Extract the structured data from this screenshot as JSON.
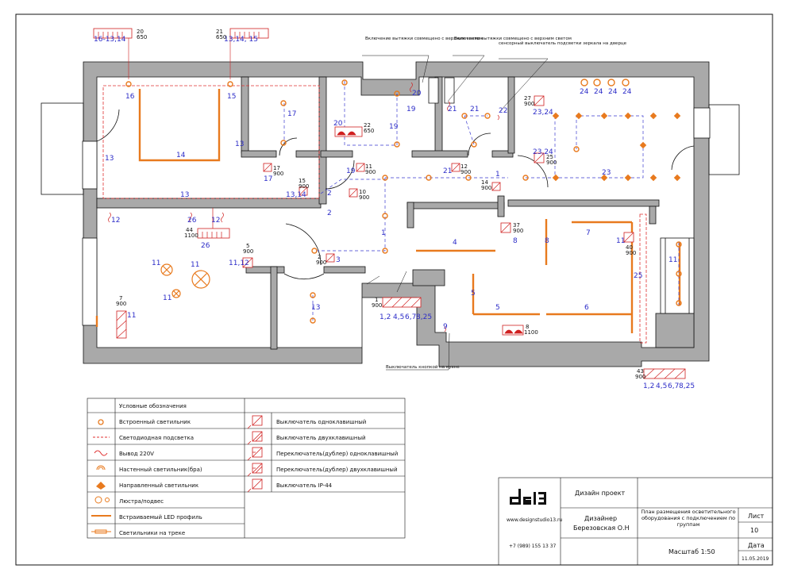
{
  "plan": {
    "group_numbers": [
      {
        "id": "g-16",
        "text": "16"
      },
      {
        "id": "g-15",
        "text": "15"
      },
      {
        "id": "g-13a",
        "text": "13"
      },
      {
        "id": "g-13b",
        "text": "13"
      },
      {
        "id": "g-13c",
        "text": "13"
      },
      {
        "id": "g-14",
        "text": "14"
      },
      {
        "id": "g-17",
        "text": "17"
      },
      {
        "id": "g-17b",
        "text": "17"
      },
      {
        "id": "g-20",
        "text": "20"
      },
      {
        "id": "g-19",
        "text": "19"
      },
      {
        "id": "g-20b",
        "text": "20"
      },
      {
        "id": "g-19b",
        "text": "19"
      },
      {
        "id": "g-21a",
        "text": "21"
      },
      {
        "id": "g-21b",
        "text": "21"
      },
      {
        "id": "g-22",
        "text": "22"
      },
      {
        "id": "g-24a",
        "text": "24"
      },
      {
        "id": "g-24b",
        "text": "24"
      },
      {
        "id": "g-24c",
        "text": "24"
      },
      {
        "id": "g-24d",
        "text": "24"
      },
      {
        "id": "g-2324",
        "text": "23,24"
      },
      {
        "id": "g-2324b",
        "text": "23,24"
      },
      {
        "id": "g-23",
        "text": "23"
      },
      {
        "id": "g-1",
        "text": "1"
      },
      {
        "id": "g-1b",
        "text": "1"
      },
      {
        "id": "g-2",
        "text": "2"
      },
      {
        "id": "g-2b",
        "text": "2"
      },
      {
        "id": "g-3",
        "text": "3"
      },
      {
        "id": "g-12",
        "text": "12"
      },
      {
        "id": "g-12b",
        "text": "12"
      },
      {
        "id": "g-26",
        "text": "26"
      },
      {
        "id": "g-26b",
        "text": "26"
      },
      {
        "id": "g-11a",
        "text": "11"
      },
      {
        "id": "g-11b",
        "text": "11"
      },
      {
        "id": "g-11c",
        "text": "11"
      },
      {
        "id": "g-1112",
        "text": "11,12"
      },
      {
        "id": "g-11d",
        "text": "11"
      },
      {
        "id": "g-11e",
        "text": "11"
      },
      {
        "id": "g-11f",
        "text": "11"
      },
      {
        "id": "g-13d",
        "text": "13"
      },
      {
        "id": "g-4",
        "text": "4"
      },
      {
        "id": "g-5a",
        "text": "5"
      },
      {
        "id": "g-5b",
        "text": "5"
      },
      {
        "id": "g-6",
        "text": "6"
      },
      {
        "id": "g-7",
        "text": "7"
      },
      {
        "id": "g-8a",
        "text": "8"
      },
      {
        "id": "g-8b",
        "text": "8"
      },
      {
        "id": "g-9",
        "text": "9"
      },
      {
        "id": "g-25",
        "text": "25"
      },
      {
        "id": "g-1314",
        "text": "13,14"
      },
      {
        "id": "g-21c",
        "text": "21"
      },
      {
        "id": "g-1219",
        "text": "19"
      },
      {
        "id": "g-sw1",
        "text": "1,2"
      },
      {
        "id": "g-sw2",
        "text": "4,5"
      },
      {
        "id": "g-sw3",
        "text": "6,7"
      },
      {
        "id": "g-sw4",
        "text": "8,25"
      },
      {
        "id": "g-sw5",
        "text": "1,2"
      },
      {
        "id": "g-sw6",
        "text": "4,5"
      },
      {
        "id": "g-sw7",
        "text": "6,7"
      },
      {
        "id": "g-sw8",
        "text": "8,25"
      },
      {
        "id": "g-top1",
        "text": "16-13,14"
      },
      {
        "id": "g-top2",
        "text": "13,14, 15"
      }
    ],
    "heights": [
      {
        "id": "h-20-650",
        "a": "20",
        "b": "650"
      },
      {
        "id": "h-21-650",
        "a": "21",
        "b": "650"
      },
      {
        "id": "h-17-900",
        "a": "17",
        "b": "900"
      },
      {
        "id": "h-15-900",
        "a": "15",
        "b": "900"
      },
      {
        "id": "h-11-900",
        "a": "11",
        "b": "900"
      },
      {
        "id": "h-10-900",
        "a": "10",
        "b": "900"
      },
      {
        "id": "h-22-650",
        "a": "22",
        "b": "650"
      },
      {
        "id": "h-12-900",
        "a": "12",
        "b": "900"
      },
      {
        "id": "h-14-900",
        "a": "14",
        "b": "900"
      },
      {
        "id": "h-27-900",
        "a": "27",
        "b": "900"
      },
      {
        "id": "h-25-900",
        "a": "25",
        "b": "900"
      },
      {
        "id": "h-37-900",
        "a": "37",
        "b": "900"
      },
      {
        "id": "h-40-900",
        "a": "40",
        "b": "900"
      },
      {
        "id": "h-44-1100",
        "a": "44",
        "b": "1100"
      },
      {
        "id": "h-5-900",
        "a": "5",
        "b": "900"
      },
      {
        "id": "h-2-900",
        "a": "2",
        "b": "900"
      },
      {
        "id": "h-7-900",
        "a": "7",
        "b": "900"
      },
      {
        "id": "h-1-900",
        "a": "1",
        "b": "900"
      },
      {
        "id": "h-8-1100",
        "a": "8",
        "b": "1100"
      },
      {
        "id": "h-43-900",
        "a": "43",
        "b": "900"
      }
    ],
    "notes": {
      "hood1": "Включение вытяжки совмещено с верхним светом",
      "hood2": "Включение вытяжки совмещено с верхним светом",
      "mirror": "сенсорный выключатель подсветки зеркала на дверце",
      "kitchen": "Выключатель кнопкой на кухне"
    }
  },
  "legend": {
    "title": "Условные обозначения",
    "left": [
      {
        "icon": "recessed-light-icon",
        "label": "Встроенный светильник"
      },
      {
        "icon": "led-strip-icon",
        "label": "Светодиодная подсветка"
      },
      {
        "icon": "outlet-220-icon",
        "label": "Вывод 220V"
      },
      {
        "icon": "wall-sconce-icon",
        "label": "Настенный светильник(бра)"
      },
      {
        "icon": "directional-light-icon",
        "label": "Направленный светильник"
      },
      {
        "icon": "chandelier-icon",
        "label": "Люстра/подвес"
      },
      {
        "icon": "led-profile-icon",
        "label": "Встраиваемый LED профиль"
      },
      {
        "icon": "track-light-icon",
        "label": "Светильники на треке"
      }
    ],
    "right": [
      {
        "icon": "switch-single-icon",
        "label": "Выключатель одноклавишный"
      },
      {
        "icon": "switch-double-icon",
        "label": "Выключатель двухклавишный"
      },
      {
        "icon": "passthrough-single-icon",
        "label": "Переключатель(дублер) одноклавишный"
      },
      {
        "icon": "passthrough-double-icon",
        "label": "Переключатель(дублер) двухклавишный"
      },
      {
        "icon": "switch-ip44-icon",
        "label": "Выключатель IP-44"
      }
    ]
  },
  "titleblock": {
    "project": "Дизайн проект",
    "designer_role": "Дизайнер",
    "designer_name": "Березовская О.Н",
    "sheet_title": "План размещения осветительного оборудования с подключением по группам",
    "sheet_label": "Лист",
    "sheet_no": "10",
    "date_label": "Дата",
    "date": "11.05.2019",
    "scale": "Масштаб 1:50",
    "website": "www.designstudio13.ru",
    "phone": "+7 (989) 155 13 37",
    "logo_text": "ds13"
  },
  "colors": {
    "wall": "#a9a9a9",
    "line": "#111111",
    "group_number": "#2d2dc8",
    "light": "#e87a1e",
    "led": "#e03030",
    "switch": "#d02020"
  }
}
